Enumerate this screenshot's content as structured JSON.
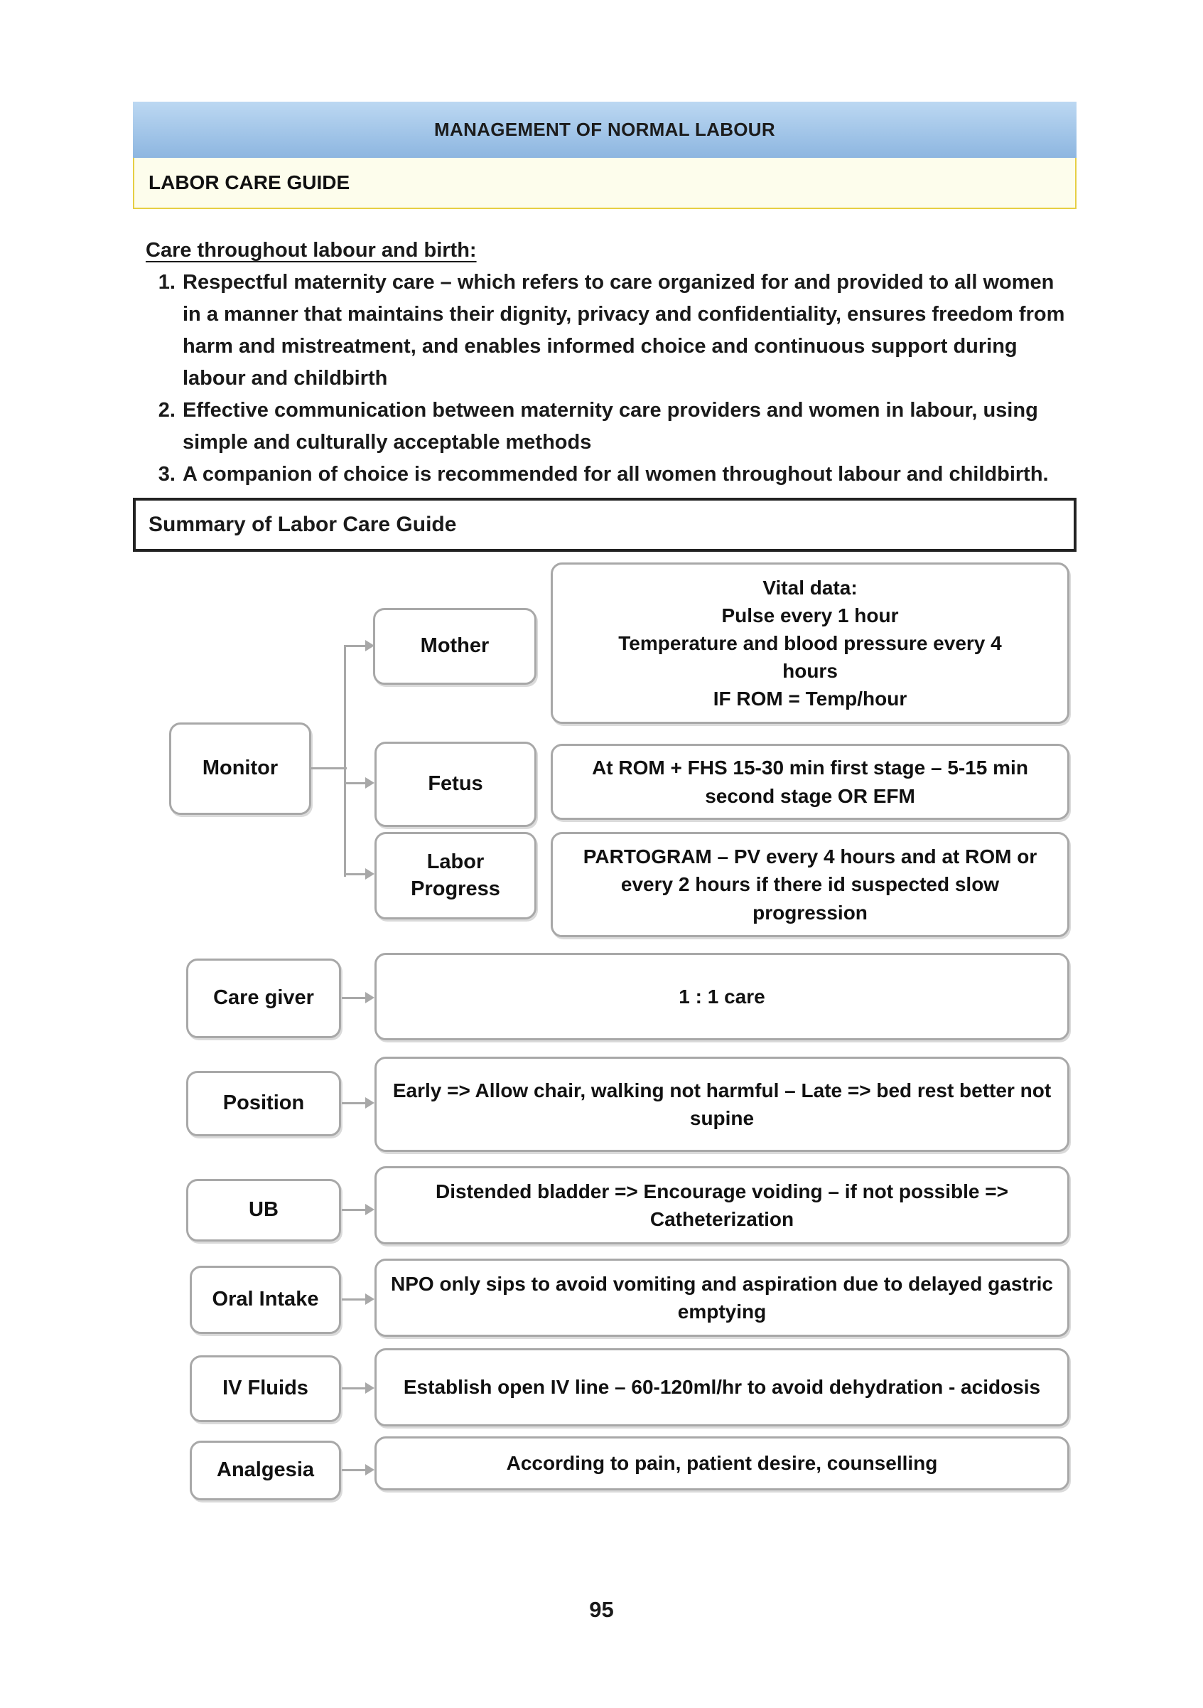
{
  "page": {
    "title_bar": "MANAGEMENT OF NORMAL LABOUR",
    "subtitle_bar": "LABOR CARE GUIDE",
    "page_number": "95"
  },
  "intro": {
    "heading": "Care throughout labour and birth:",
    "items": [
      "Respectful maternity care – which refers to care organized for and provided to all women in a manner that maintains their dignity, privacy and confidentiality, ensures freedom from harm and mistreatment, and enables informed choice and continuous support during labour and childbirth",
      "Effective communication between maternity care providers and women in labour, using simple and culturally acceptable methods",
      "A companion of choice is recommended for all women throughout labour and childbirth."
    ]
  },
  "summary": {
    "title": "Summary of Labor Care Guide"
  },
  "flowchart": {
    "monitor": {
      "label": "Monitor",
      "branches": [
        {
          "label": "Mother",
          "info": "Vital data:\nPulse every 1 hour\nTemperature and blood pressure every 4 hours\nIF ROM = Temp/hour"
        },
        {
          "label": "Fetus",
          "info": "At ROM + FHS 15-30 min first stage – 5-15 min second stage OR EFM"
        },
        {
          "label": "Labor Progress",
          "info": "PARTOGRAM – PV every 4 hours and at ROM or every 2 hours if there id suspected slow progression"
        }
      ]
    },
    "rows": [
      {
        "label": "Care giver",
        "info": "1 : 1 care"
      },
      {
        "label": "Position",
        "info": "Early => Allow chair, walking not harmful – Late => bed rest better not supine"
      },
      {
        "label": "UB",
        "info": "Distended bladder => Encourage voiding – if not possible => Catheterization"
      },
      {
        "label": "Oral Intake",
        "info": "NPO only sips to avoid vomiting and aspiration due to delayed gastric emptying"
      },
      {
        "label": "IV Fluids",
        "info": "Establish open IV line – 60-120ml/hr to avoid dehydration - acidosis"
      },
      {
        "label": "Analgesia",
        "info": "According to pain, patient desire, counselling"
      }
    ]
  },
  "colors": {
    "header_blue_top": "#bcd8f2",
    "header_blue_bottom": "#8db6e0",
    "subtitle_cream_bg": "#fdfdec",
    "subtitle_gold_border": "#e6cf44",
    "box_border_gray": "#a8a8a8",
    "summary_border_black": "#222222"
  }
}
